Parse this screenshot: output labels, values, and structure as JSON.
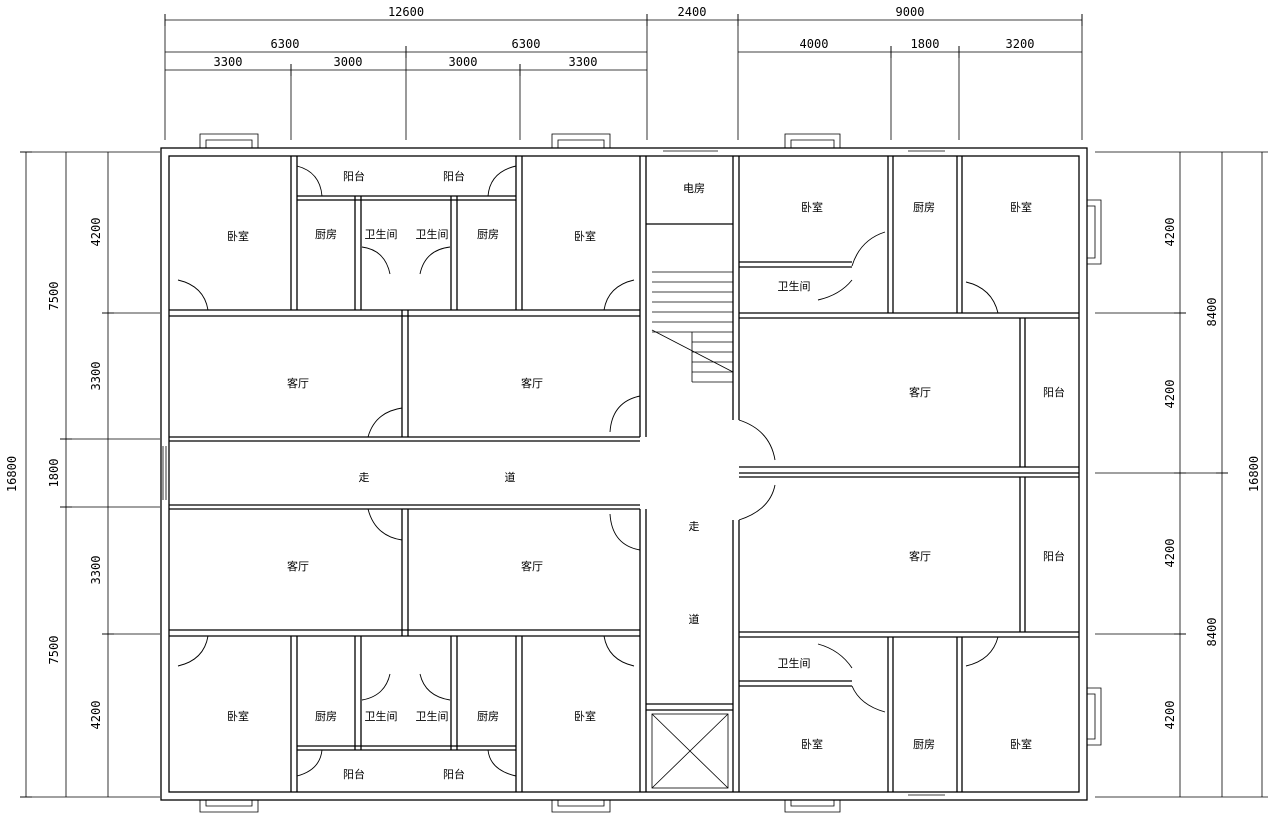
{
  "dimensions": {
    "top_overall": [
      "12600",
      "2400",
      "9000"
    ],
    "top_mid": [
      "6300",
      "6300",
      "4000",
      "1800",
      "3200"
    ],
    "top_detail": [
      "3300",
      "3000",
      "3000",
      "3300"
    ],
    "left_overall": "16800",
    "left_mid": [
      "7500",
      "1800",
      "7500"
    ],
    "left_detail": [
      "4200",
      "3300",
      "3300",
      "4200"
    ],
    "right_overall": "16800",
    "right_mid": [
      "8400",
      "8400"
    ],
    "right_detail": [
      "4200",
      "4200",
      "4200",
      "4200"
    ]
  },
  "rooms": {
    "bedroom": "卧室",
    "kitchen": "厨房",
    "bathroom": "卫生间",
    "balcony": "阳台",
    "living": "客厅",
    "elevator_room": "电房",
    "corridor_a": "走",
    "corridor_b": "道"
  }
}
